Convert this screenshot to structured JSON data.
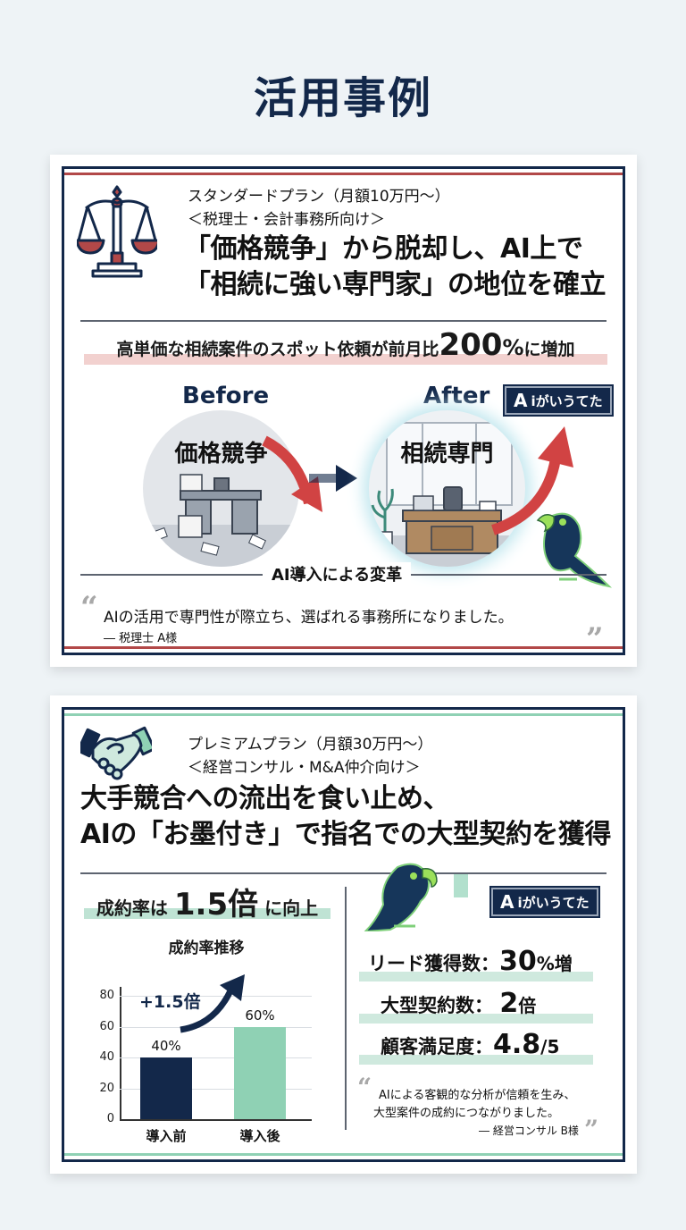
{
  "page": {
    "title": "活用事例"
  },
  "case1": {
    "plan": "スタンダードプラン（月額10万円～）",
    "target": "＜税理士・会計事務所向け＞",
    "headline_line1": "「価格競争」から脱却し、AI上で",
    "headline_line2": "「相続に強い専門家」の地位を確立",
    "highlight_prefix": "高単価な相続案件のスポット依頼が前月比",
    "highlight_value": "200",
    "highlight_unit": "%",
    "highlight_suffix": "に増加",
    "before_label": "Before",
    "before_text": "価格競争",
    "after_label": "After",
    "after_text": "相続専門",
    "badge": {
      "mark": "A",
      "text": "iがいうてた"
    },
    "caption": "AI導入による変革",
    "quote": "AIの活用で専門性が際立ち、選ばれる事務所になりました。",
    "author": "― 税理士 A様",
    "accent_color": "#b24848",
    "icon": "scales-of-justice-icon"
  },
  "case2": {
    "plan": "プレミアムプラン（月額30万円～）",
    "target": "＜経営コンサル・M&A仲介向け＞",
    "headline_line1": "大手競合への流出を食い止め、",
    "headline_line2": "AIの「お墨付き」で指名での大型契約を獲得",
    "highlight_prefix": "成約率は",
    "highlight_value": "1.5倍",
    "highlight_suffix": "に向上",
    "badge": {
      "mark": "A",
      "text": "iがいうてた"
    },
    "metrics": [
      {
        "label": "リード獲得数：",
        "value": "30",
        "unit": "%増"
      },
      {
        "label": "大型契約数：",
        "value": "2",
        "unit": "倍"
      },
      {
        "label": "顧客満足度：",
        "value": "4.8",
        "unit": "/5"
      }
    ],
    "quote_line1": "AIによる客観的な分析が信頼を生み、",
    "quote_line2": "大型案件の成約につながりました。",
    "author": "― 経営コンサル B様",
    "accent_color": "#8fd1b4",
    "icon": "handshake-icon"
  },
  "chart_data": {
    "type": "bar",
    "title": "成約率推移",
    "categories": [
      "導入前",
      "導入後"
    ],
    "values": [
      40,
      60
    ],
    "value_labels": [
      "40%",
      "60%"
    ],
    "annotation": "+1.5倍",
    "xlabel": "",
    "ylabel": "",
    "ylim": [
      0,
      80
    ],
    "yticks": [
      0,
      20,
      40,
      60,
      80
    ],
    "grid": true,
    "colors": [
      "#13284a",
      "#8fd1b4"
    ]
  }
}
